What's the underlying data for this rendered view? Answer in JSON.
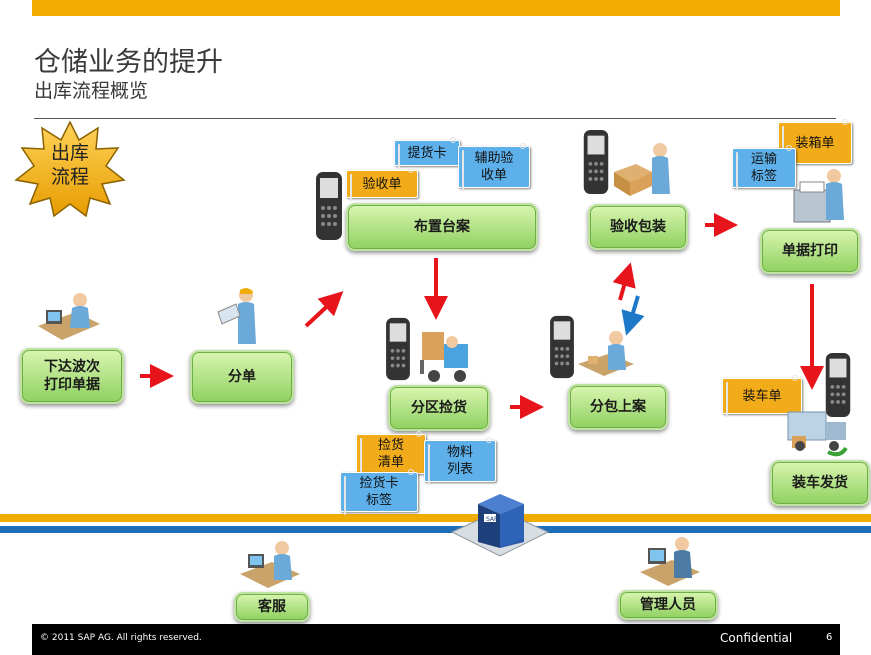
{
  "header": {
    "title": "仓储业务的提升",
    "subtitle": "出库流程概览"
  },
  "badge": {
    "label": "出库\n流程"
  },
  "steps": {
    "release": "下达波次\n打印单据",
    "split": "分单",
    "layout": "布置台案",
    "zone_pick": "分区捡货",
    "pack_station": "分包上案",
    "inspect_pack": "验收包装",
    "print_docs": "单据打印",
    "ship": "装车发货",
    "customer_service": "客服",
    "manager": "管理人员"
  },
  "tags": {
    "pick_card": "提货卡",
    "aux_receipt": "辅助验\n收单",
    "receipt": "验收单",
    "pick_list": "捡货\n清单",
    "material_list": "物料\n列表",
    "pick_card_label": "捡货卡\n标签",
    "packing_list": "装箱单",
    "shipping_label": "运输\n标签",
    "loading_list": "装车单"
  },
  "colors": {
    "accent_orange": "#f0ac00",
    "band_blue": "#1f6fb8",
    "arrow_red": "#e8141c",
    "arrow_blue": "#1e78c8",
    "tag_blue": "#5db0ea",
    "tag_orange": "#f2ac1a",
    "step_green": "#8fd160"
  },
  "icons": [
    "gear-star-icon",
    "handheld-scanner-icon",
    "worker-icon",
    "forklift-icon",
    "server-box-icon",
    "truck-icon",
    "printer-icon"
  ],
  "footer": {
    "copyright": "©  2011 SAP AG. All rights reserved.",
    "confidential": "Confidential",
    "page": "6"
  }
}
